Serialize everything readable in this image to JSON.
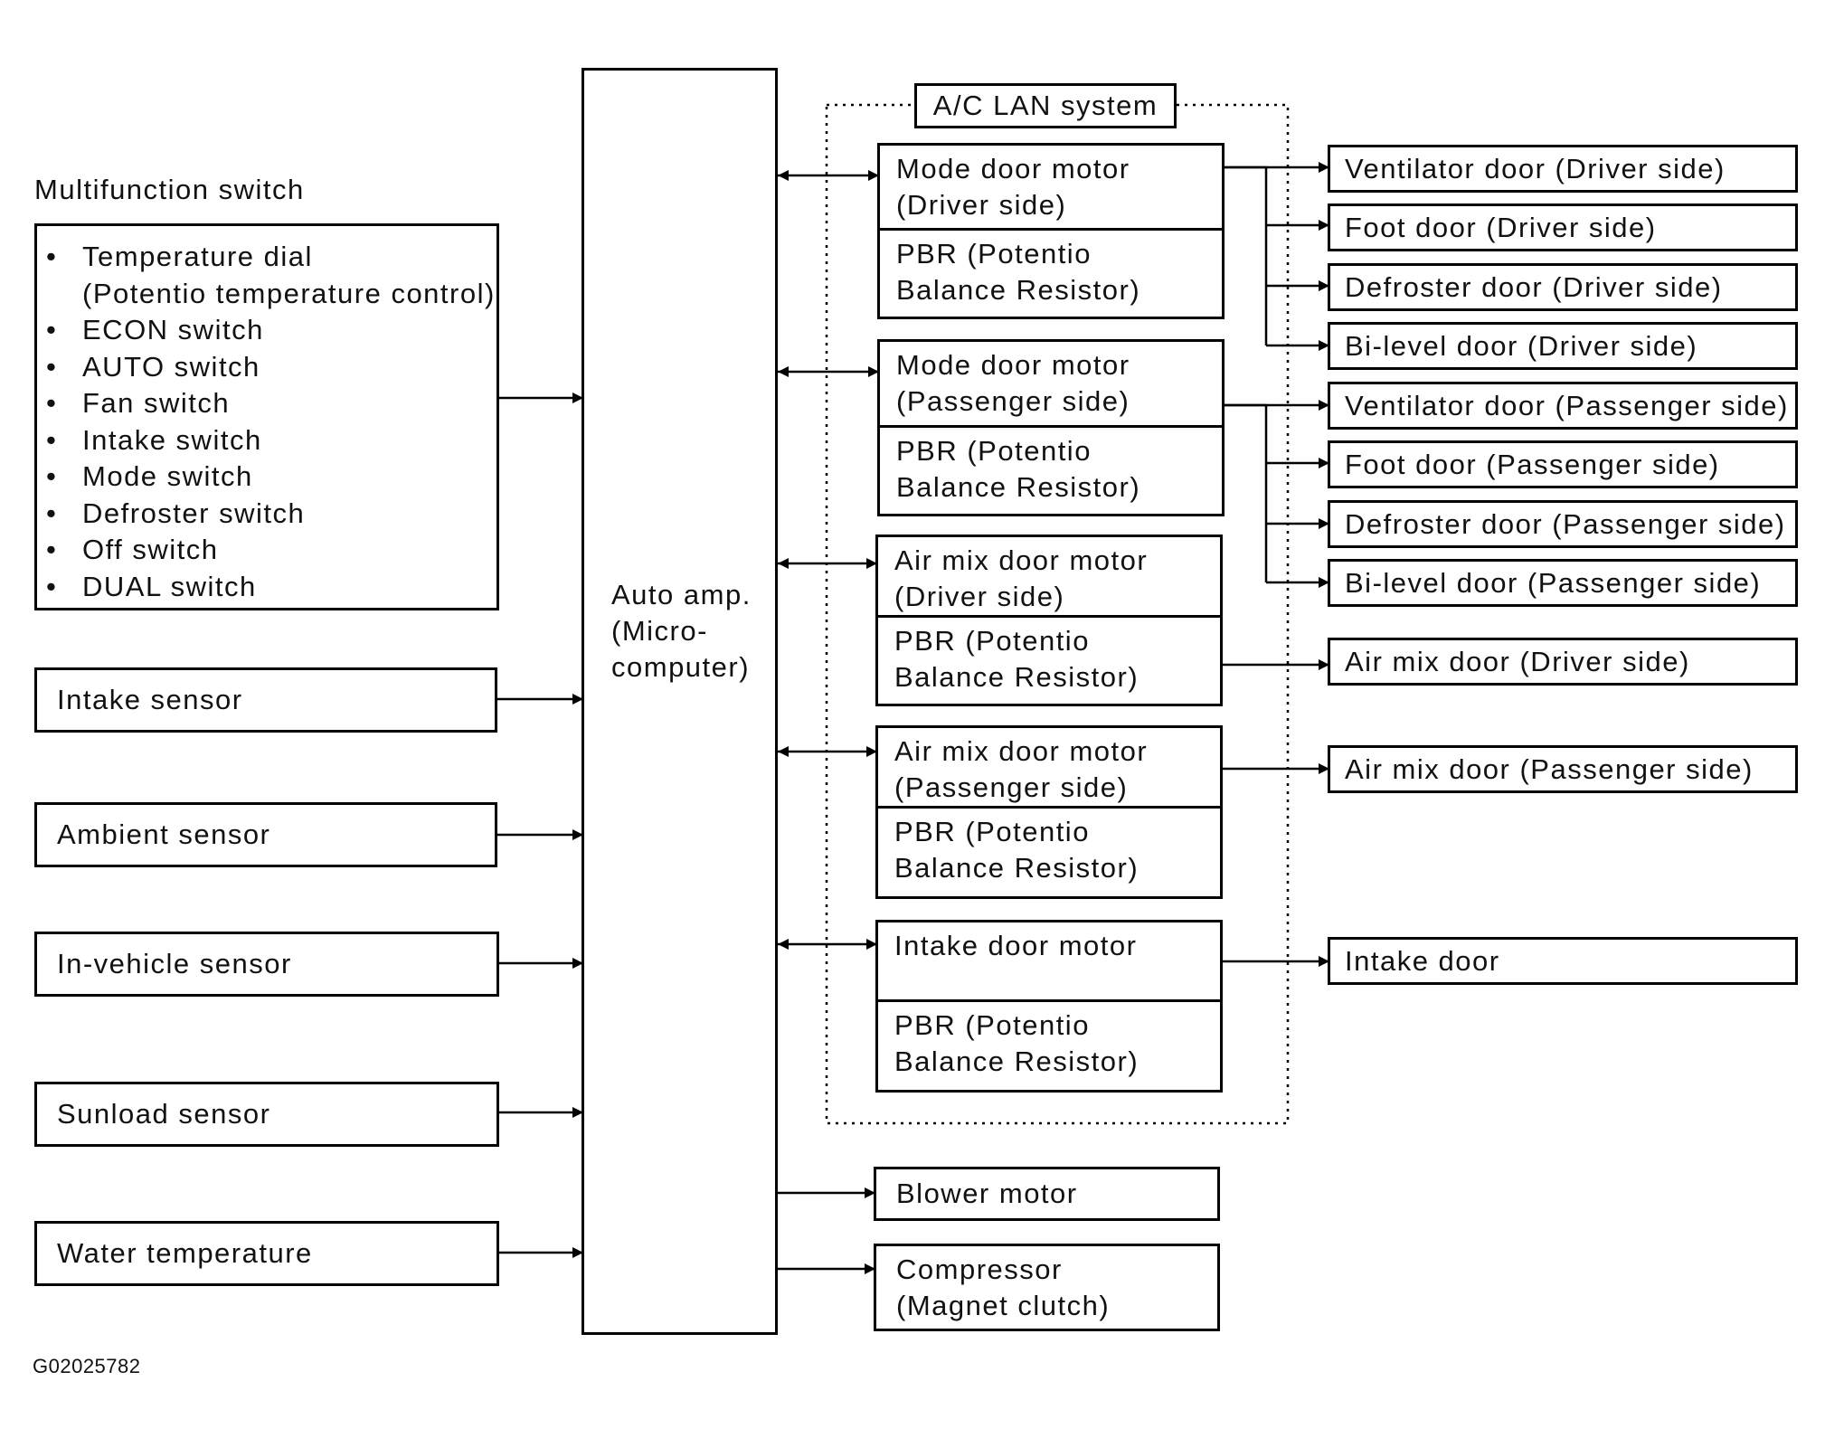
{
  "multifunction": {
    "title": "Multifunction switch",
    "items": [
      {
        "bullet": "•",
        "text": "Temperature dial"
      },
      {
        "bullet": "",
        "text": "(Potentio temperature control)"
      },
      {
        "bullet": "•",
        "text": "ECON switch"
      },
      {
        "bullet": "•",
        "text": "AUTO switch"
      },
      {
        "bullet": "•",
        "text": "Fan switch"
      },
      {
        "bullet": "•",
        "text": "Intake switch"
      },
      {
        "bullet": "•",
        "text": "Mode switch"
      },
      {
        "bullet": "•",
        "text": "Defroster switch"
      },
      {
        "bullet": "•",
        "text": "Off switch"
      },
      {
        "bullet": "•",
        "text": "DUAL switch"
      }
    ]
  },
  "sensors": [
    "Intake sensor",
    "Ambient sensor",
    "In-vehicle sensor",
    "Sunload sensor",
    "Water temperature"
  ],
  "auto_amp": [
    "Auto amp.",
    "(Micro-",
    "computer)"
  ],
  "lan_title": "A/C LAN system",
  "motors": [
    {
      "line1": "Mode door motor",
      "line2": "(Driver side)",
      "pbr1": "PBR (Potentio",
      "pbr2": "Balance Resistor)"
    },
    {
      "line1": "Mode door motor",
      "line2": "(Passenger side)",
      "pbr1": "PBR (Potentio",
      "pbr2": "Balance Resistor)"
    },
    {
      "line1": "Air mix door motor",
      "line2": "(Driver side)",
      "pbr1": "PBR (Potentio",
      "pbr2": "Balance Resistor)"
    },
    {
      "line1": "Air mix door motor",
      "line2": "(Passenger side)",
      "pbr1": "PBR (Potentio",
      "pbr2": "Balance Resistor)"
    },
    {
      "line1": "Intake door motor",
      "line2": "",
      "pbr1": "PBR (Potentio",
      "pbr2": "Balance Resistor)"
    }
  ],
  "blower": "Blower motor",
  "compressor": [
    "Compressor",
    "(Magnet clutch)"
  ],
  "doors": [
    "Ventilator door (Driver side)",
    "Foot door (Driver side)",
    "Defroster door (Driver side)",
    "Bi-level door (Driver side)",
    "Ventilator door (Passenger side)",
    "Foot door (Passenger side)",
    "Defroster door (Passenger side)",
    "Bi-level door (Passenger side)",
    "Air mix door (Driver side)",
    "Air mix door (Passenger side)",
    "Intake door"
  ],
  "figure_id": "G02025782"
}
